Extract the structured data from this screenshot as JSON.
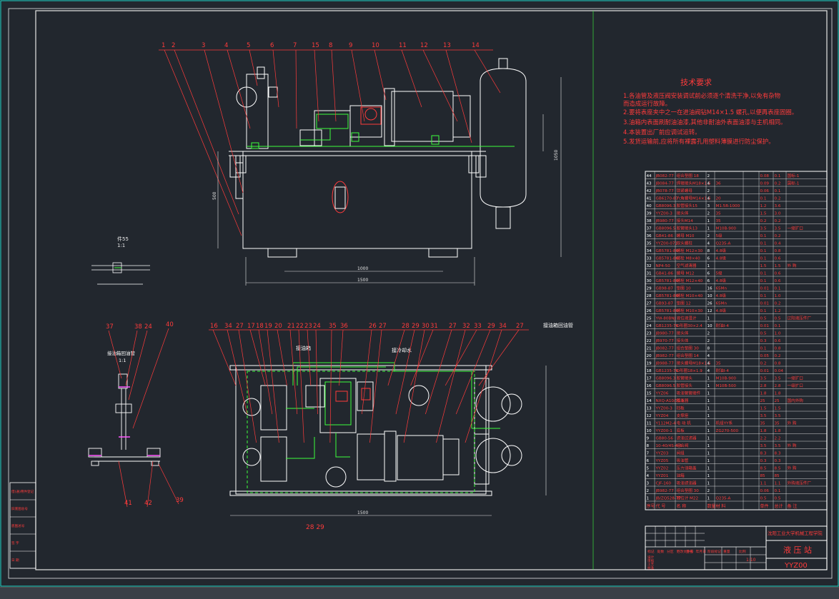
{
  "colors": {
    "background": "#22272e",
    "frame": "#e6e6e6",
    "dim": "#e6e6e6",
    "part": "#ffffff",
    "leader": "#ff3b3b",
    "pipe": "#3cff3c",
    "hidden": "#ffff66",
    "accent": "#ff55ff",
    "outer_border": "#1fd6c8"
  },
  "tech": {
    "title": "技术要求",
    "lines": [
      "1.各油管及液压阀安装调试前必须逐个清洗干净,以免有杂物",
      "   而造成运行故障。",
      "2.要将表座夹中之一在进油阀钻M14×1.5 螺孔,以便再表座固圈。",
      "3.油箱内表面刷耐油油漆,其他非耐油外表面油漆与主机相同。",
      "4.本装置出厂前应调试运转。",
      "5.发货运输前,应将所有裸露孔用塑料薄膜进行防尘保护。"
    ]
  },
  "top_callouts": [
    "1",
    "2",
    "3",
    "4",
    "5",
    "6",
    "7",
    "15",
    "8",
    "9",
    "10",
    "11",
    "12",
    "13",
    "14"
  ],
  "bottom_callouts": [
    "16",
    "34",
    "27",
    "17",
    "18",
    "19",
    "20",
    "21",
    "22",
    "23",
    "24",
    "35",
    "36",
    "26",
    "27",
    "28",
    "29",
    "30",
    "31",
    "27",
    "32",
    "33",
    "29",
    "34",
    "27",
    "31",
    "27"
  ],
  "bottom_labels": {
    "l1": "接油箱",
    "l2": "接冷却水",
    "l3": "接油箱回油管",
    "bottom_pair": "28 29"
  },
  "left_detail": {
    "section_label": "件55",
    "section_scale": "1:1",
    "pipe_label": "接油箱回油管",
    "pipe_scale": "1:1",
    "callouts": [
      "37",
      "38",
      "24",
      "40",
      "41",
      "42",
      "39"
    ]
  },
  "dimensions": {
    "w1": "1500",
    "w2": "1000",
    "w3": "1500",
    "h1": "1050",
    "h2": "500"
  },
  "parts_list": [
    [
      "44",
      "JB082-77",
      "组合垫圈 18",
      "2",
      "",
      "",
      "0.08",
      "0.1",
      "国标-1"
    ],
    [
      "43",
      "JB084-77",
      "焊接接头M18×1.5",
      "4",
      "36",
      "",
      "0.09",
      "0.2",
      "国标-1"
    ],
    [
      "42",
      "JB078-77",
      "锁紧螺母",
      "2",
      "",
      "",
      "0.06",
      "0.1",
      ""
    ],
    [
      "41",
      "GB6170-87",
      "六角螺母M14×1.5",
      "4",
      "20",
      "",
      "0.1",
      "0.2",
      ""
    ],
    [
      "40",
      "GB8096.3",
      "胶管接头15",
      "3",
      "M1.5R-1000",
      "",
      "1.2",
      "3.6",
      ""
    ],
    [
      "39",
      "YYZ00-3",
      "接头体",
      "2",
      "35",
      "",
      "1.5",
      "3.0",
      ""
    ],
    [
      "38",
      "JB980-77",
      "接头M14",
      "1",
      "35",
      "",
      "0.2",
      "0.2",
      ""
    ],
    [
      "37",
      "GB8096.5",
      "胶管接头13",
      "1",
      "M10B-900",
      "",
      "3.5",
      "3.5",
      "一级扩口"
    ],
    [
      "36",
      "GB41-86",
      "螺母 M10",
      "2",
      "5级",
      "",
      "0.1",
      "0.2",
      ""
    ],
    [
      "35",
      "YYZ00-071",
      "双头螺柱",
      "4",
      "Q235-A",
      "",
      "0.1",
      "0.4",
      ""
    ],
    [
      "34",
      "GB5781-86",
      "螺栓 M12×30",
      "8",
      "4.8级",
      "",
      "0.1",
      "0.8",
      ""
    ],
    [
      "33",
      "GB5781-86",
      "螺栓 M8×40",
      "6",
      "4.8级",
      "",
      "0.1",
      "0.6",
      ""
    ],
    [
      "32",
      "NP4-50",
      "空气滤清器",
      "1",
      "",
      "",
      "1.5",
      "1.5",
      "外 购"
    ],
    [
      "31",
      "GB41-86",
      "螺母 M12",
      "6",
      "5级",
      "",
      "0.1",
      "0.6",
      ""
    ],
    [
      "30",
      "GB5781-86",
      "螺栓 M12×40",
      "6",
      "4.8级",
      "",
      "0.1",
      "0.6",
      ""
    ],
    [
      "29",
      "GB98-87",
      "垫圈 10",
      "16",
      "65Mn",
      "",
      "0.01",
      "0.1",
      ""
    ],
    [
      "28",
      "GB5781-86",
      "螺栓 M10×40",
      "10",
      "4.8级",
      "",
      "0.1",
      "1.0",
      ""
    ],
    [
      "27",
      "GB93-87",
      "垫圈 12",
      "26",
      "65Mn",
      "",
      "0.01",
      "0.2",
      ""
    ],
    [
      "26",
      "GB5781-86",
      "螺栓 M10×30",
      "12",
      "4.8级",
      "",
      "0.1",
      "1.2",
      ""
    ],
    [
      "25",
      "YW-80BNJ",
      "液位液温计",
      "1",
      "",
      "",
      "0.5",
      "0.5",
      "辽阳液压件厂"
    ],
    [
      "24",
      "GB1235-76",
      "O形圈30×2.4",
      "10",
      "耐油I-4",
      "",
      "0.01",
      "0.1",
      ""
    ],
    [
      "23",
      "JB980-77",
      "接头体",
      "2",
      "",
      "",
      "0.5",
      "1.0",
      ""
    ],
    [
      "22",
      "JB970-77",
      "接头体",
      "2",
      "",
      "",
      "0.3",
      "0.6",
      ""
    ],
    [
      "21",
      "JB082-77",
      "组合垫圈 30",
      "8",
      "",
      "",
      "0.1",
      "0.8",
      ""
    ],
    [
      "20",
      "JB982-77",
      "组合垫圈 14",
      "4",
      "",
      "",
      "0.05",
      "0.2",
      ""
    ],
    [
      "19",
      "JB988-77",
      "接头螺母M18×1.5",
      "4",
      "35",
      "",
      "0.2",
      "0.8",
      ""
    ],
    [
      "18",
      "GB1235-76",
      "O形圈18×1.9",
      "4",
      "耐油I-4",
      "",
      "0.01",
      "0.04",
      ""
    ],
    [
      "17",
      "GB8096.3",
      "胶管接头",
      "1",
      "M10B-900",
      "",
      "3.5",
      "3.5",
      "一级扩口"
    ],
    [
      "16",
      "GB8096.5",
      "胶管接头",
      "1",
      "M10B-500",
      "",
      "2.8",
      "2.8",
      "一级扩口"
    ],
    [
      "15",
      "YYZ06",
      "吸油管管接件",
      "1",
      "",
      "",
      "1.8",
      "1.8",
      ""
    ],
    [
      "14",
      "NXQ-A10/31.5",
      "蓄能器",
      "1",
      "",
      "",
      "25",
      "25",
      "国内外购"
    ],
    [
      "13",
      "YYZ00-3",
      "挡板",
      "1",
      "",
      "",
      "1.5",
      "1.5",
      ""
    ],
    [
      "12",
      "YYZ04",
      "支撑座",
      "1",
      "",
      "",
      "3.5",
      "3.5",
      ""
    ],
    [
      "11",
      "Y112M2-4",
      "电 动 机",
      "1",
      "机组YY系",
      "",
      "35",
      "35",
      "外 购"
    ],
    [
      "10",
      "YYZ00-1",
      "底板",
      "1",
      "ZG270-500",
      "",
      "1.8",
      "1.8",
      ""
    ],
    [
      "9",
      "GB80-56",
      "滤油过滤器",
      "1",
      "",
      "",
      "2.2",
      "2.2",
      ""
    ],
    [
      "8",
      "10-40/4S-4-8",
      "组合阀",
      "1",
      "",
      "",
      "3.5",
      "3.5",
      "外 购"
    ],
    [
      "7",
      "YYZ03",
      "阀组",
      "1",
      "",
      "",
      "8.3",
      "8.3",
      ""
    ],
    [
      "6",
      "YYZ05",
      "吸油管",
      "1",
      "",
      "",
      "0.3",
      "0.3",
      ""
    ],
    [
      "5",
      "YYZ02",
      "压力油箱盖",
      "1",
      "",
      "",
      "8.5",
      "8.5",
      "外 购"
    ],
    [
      "4",
      "YYZ01",
      "油箱",
      "1",
      "",
      "",
      "85",
      "85",
      ""
    ],
    [
      "3",
      "CJF-160",
      "吸油滤油器",
      "1",
      "",
      "",
      "1.1",
      "1.1",
      "外购液压件厂"
    ],
    [
      "2",
      "JB982-77",
      "组合垫圈 30",
      "2",
      "",
      "",
      "0.06",
      "0.1",
      ""
    ],
    [
      "1",
      "JB/ZQ528-77",
      "液位计 M22",
      "1",
      "Q235-A",
      "",
      "0.5",
      "0.5",
      ""
    ]
  ],
  "parts_header": [
    "序号",
    "代 号",
    "名 称",
    "数量",
    "材 料",
    "",
    "单件",
    "总计",
    "备 注"
  ],
  "title_block": {
    "company": "沈阳工业大学机械工程学院",
    "drawing_name": "液 压 站",
    "drawing_number": "YYZ00",
    "sheet_labels": [
      "标记",
      "处数",
      "分区",
      "更改文件号",
      "签名",
      "年月日"
    ],
    "approval_labels": [
      "设计",
      "审核",
      "工艺",
      "批准"
    ],
    "stage_labels": [
      "阶段标记",
      "重量",
      "比例"
    ],
    "ratio": "1:10"
  },
  "left_strip": [
    "借(通)用件登记",
    "旧底图总号",
    "底图总号",
    "签 字",
    "日 期"
  ]
}
